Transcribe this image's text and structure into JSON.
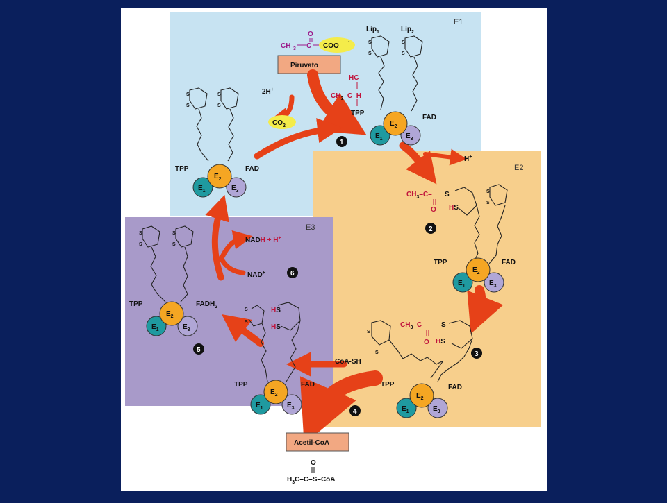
{
  "panels": {
    "e1": "E1",
    "e2": "E2",
    "e3": "E3"
  },
  "molecules": {
    "pyruvate_box": "Piruvato",
    "pyruvate_formula_ch3": "CH",
    "pyruvate_formula_c": "C",
    "pyruvate_formula_coo": "COO",
    "pyruvate_o": "O",
    "acetylcoa_box": "Acetil-CoA",
    "acetylcoa_formula": "H3C–C–S–CoA",
    "acetylcoa_o": "O",
    "co2": "CO2",
    "two_h_plus": "2H+",
    "h_plus": "H+",
    "nadh": "NADH + H+",
    "nad_plus": "NAD+",
    "coa_sh": "CoA-SH"
  },
  "cofactors": {
    "tpp": "TPP",
    "fad": "FAD",
    "fadh2": "FADH2",
    "lip1": "Lip1",
    "lip2": "Lip2"
  },
  "enzymes": {
    "e1": "E1",
    "e2": "E2",
    "e3": "E3"
  },
  "steps": [
    "1",
    "2",
    "3",
    "4",
    "5",
    "6"
  ],
  "intermediates": {
    "hc": "HC",
    "ch3_c_h": "CH3–C–H",
    "ch3_c_s": "CH3–C–S",
    "hs": "HS",
    "s": "S"
  },
  "colors": {
    "background": "#0a1f5c",
    "e1_panel": "#c7e3f2",
    "e2_panel": "#f7cf8c",
    "e3_panel": "#a89ac9",
    "arrow": "#e64118",
    "e1_enzyme": "#1f9aa0",
    "e2_enzyme": "#f5a623",
    "e3_enzyme": "#b0a6d6"
  }
}
